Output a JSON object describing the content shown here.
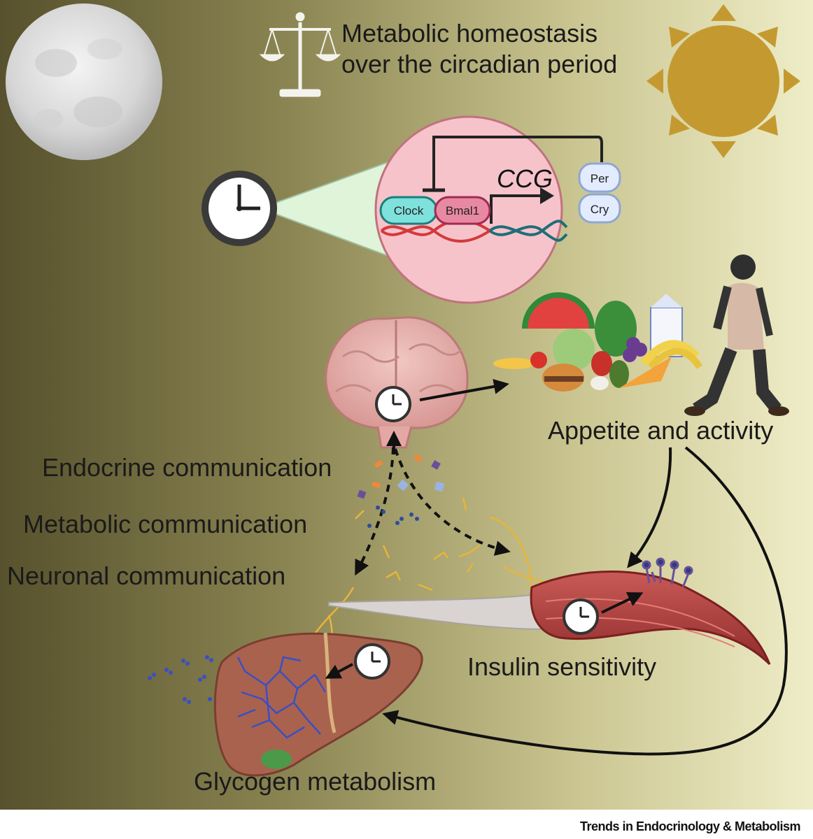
{
  "title": {
    "line1": "Metabolic homeostasis",
    "line2": "over the circadian period"
  },
  "gene_diagram": {
    "output_gene": "CCG",
    "proteins": [
      "Clock",
      "Bmal1",
      "Per",
      "Cry"
    ]
  },
  "labels": {
    "appetite": "Appetite and activity",
    "endocrine": "Endocrine communication",
    "metabolic": "Metabolic communication",
    "neuronal": "Neuronal communication",
    "insulin": "Insulin sensitivity",
    "glycogen": "Glycogen metabolism"
  },
  "footer": "Trends in Endocrinology & Metabolism",
  "colors": {
    "background_dark": "#5a5530",
    "background_light": "#ecebc4",
    "sun": "#c49a30",
    "moon": "#dcdcdc",
    "nucleus": "#f6c3cb",
    "brain": "#e8b3b0",
    "liver": "#a9624e",
    "muscle": "#b2413f",
    "glycogen": "#3b4fc4"
  }
}
